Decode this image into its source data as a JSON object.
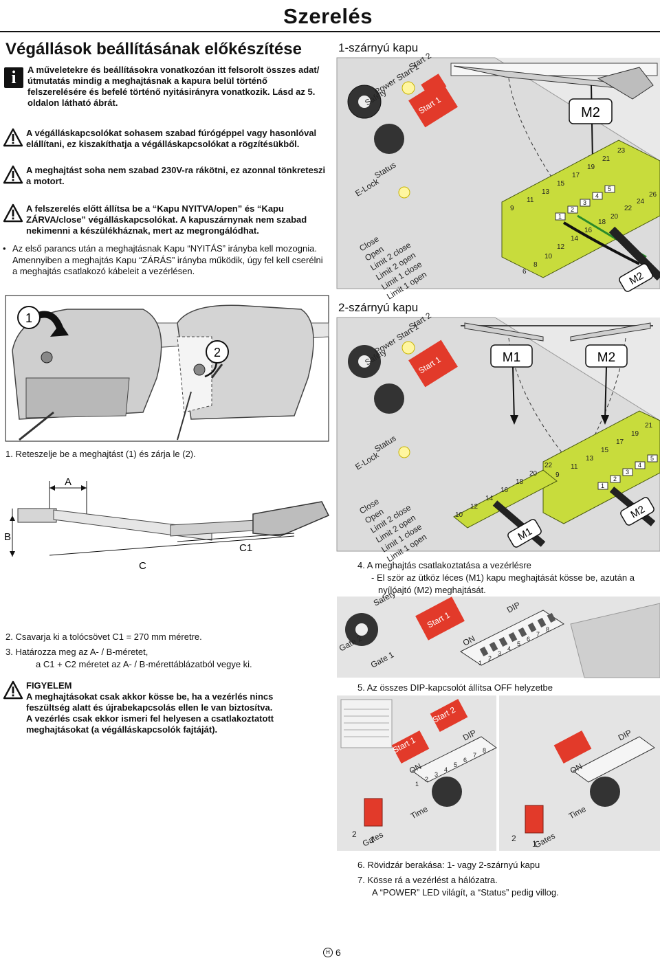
{
  "header": {
    "title": "Szerelés"
  },
  "section": {
    "title": "Végállások beállításának előkészítése"
  },
  "info_note": "A műveletekre és beállításokra vonatkozóan itt felsorolt összes adat/útmutatás mindig a meghajtásnak a kapura belül történő felszerelésére és befelé történő nyitásirányra vonatkozik. Lásd az 5. oldalon látható ábrát.",
  "warnings": [
    "A végálláskapcsolókat sohasem szabad fúrógéppel vagy hasonlóval elállítani, ez kiszakíthatja a végálláskapcsolókat a rögzítésükből.",
    "A meghajtást soha nem szabad 230V-ra rákötni, ez azonnal tönkreteszi a motort.",
    "A felszerelés előtt állítsa be a “Kapu NYITVA/open” és “Kapu ZÁRVA/close” végálláskapcsolókat. A kapuszárnynak nem szabad nekimenni a készülékháznak, mert az megrongálódhat."
  ],
  "bullet": "Az első parancs után a meghajtásnak Kapu “NYITÁS” irányba kell mozognia. Amennyiben a meghajtás Kapu “ZÁRÁS” irányba működik, úgy fel kell cserélni a meghajtás csatlakozó kábeleit a vezérlésen.",
  "fig_lock": {
    "label1": "1",
    "label2": "2"
  },
  "step1": "1.  Reteszelje be a meghajtást (1) és zárja le (2).",
  "fig_dims": {
    "a": "A",
    "b": "B",
    "c": "C",
    "c1": "C1"
  },
  "step2": "2.  Csavarja ki a tolócsövet C1 = 270 mm méretre.",
  "step3_line1": "3.  Határozza meg az A- / B-méretet,",
  "step3_line2": "a C1 + C2 méretet az A- / B-mérettáblázatból vegye ki.",
  "attention": {
    "heading": "FIGYELEM",
    "line1": "A meghajtásokat csak akkor kösse be, ha a vezérlés nincs feszültség alatt és újrabekapcsolás ellen le van biztosítva.",
    "line2": "A vezérlés csak ekkor ismeri fel helyesen a csatlakoztatott meghajtásokat (a végálláskapcsolók fajtáját)."
  },
  "fig_single": {
    "title": "1-szárnyú kapu",
    "labels": [
      "Start 2",
      "Start 1",
      "Power",
      "Safety",
      "Start 1",
      "Status",
      "E-Lock",
      "Close",
      "Open",
      "Limit 2 close",
      "Limit 2 open",
      "Limit 1 close",
      "Limit 1 open"
    ],
    "motor": "M2",
    "terminals": [
      "9",
      "11",
      "13",
      "15",
      "17",
      "19",
      "21",
      "23"
    ],
    "terminals_low": [
      "6",
      "8",
      "10",
      "12",
      "14",
      "16",
      "18",
      "20",
      "22",
      "24",
      "26"
    ],
    "wires": [
      "1",
      "2",
      "3",
      "4",
      "5"
    ]
  },
  "fig_double": {
    "title": "2-szárnyú kapu",
    "labels": [
      "Start 2",
      "Start 1",
      "Power",
      "Safety",
      "Start 1",
      "Status",
      "E-Lock",
      "Close",
      "Open",
      "Limit 2 close",
      "Limit 2 open",
      "Limit 1 close",
      "Limit 1 open"
    ],
    "motor1": "M1",
    "motor2": "M2",
    "terminals": [
      "9",
      "11",
      "13",
      "15",
      "17",
      "19",
      "21"
    ],
    "terminals_low": [
      "10",
      "12",
      "14",
      "16",
      "18",
      "20",
      "22"
    ],
    "wires": [
      "1",
      "2",
      "3",
      "4",
      "5"
    ]
  },
  "step4": {
    "line1": "4.  A meghajtás csatlakoztatása a vezérlésre",
    "line2": "- El ször az ütköz léces (M1) kapu meghajtását kösse be, azután a",
    "line3": "nyílóajtó (M2) meghajtását."
  },
  "fig_dip": {
    "labels": [
      "Safety",
      "Start 1",
      "DIP",
      "ON",
      "Gate 2",
      "Gate 1"
    ],
    "dip_nums": [
      "1",
      "2",
      "3",
      "4",
      "5",
      "6",
      "7",
      "8"
    ]
  },
  "step5": "5.  Az összes DIP-kapcsolót állítsa OFF helyzetbe",
  "fig_jumper": {
    "labels": [
      "Start 2",
      "Start 1",
      "DIP",
      "DIP",
      "ON",
      "ON",
      "Time",
      "Time",
      "Gates",
      "Gates",
      "2",
      "1",
      "2",
      "1"
    ],
    "dip_nums": [
      "1",
      "2",
      "3",
      "4",
      "5",
      "6",
      "7",
      "8"
    ]
  },
  "step6": "6.  Rövidzár berakása: 1- vagy 2-szárnyú kapu",
  "step7_line1": "7.  Kösse rá a vezérlést a hálózatra.",
  "step7_line2": "A “POWER” LED világít, a “Status” pedig villog.",
  "footer": {
    "badge": "H",
    "page": "6"
  },
  "colors": {
    "terminal_green": "#c8dc3c",
    "button_red": "#e23a2a",
    "board_grey": "#d9d9d9"
  }
}
